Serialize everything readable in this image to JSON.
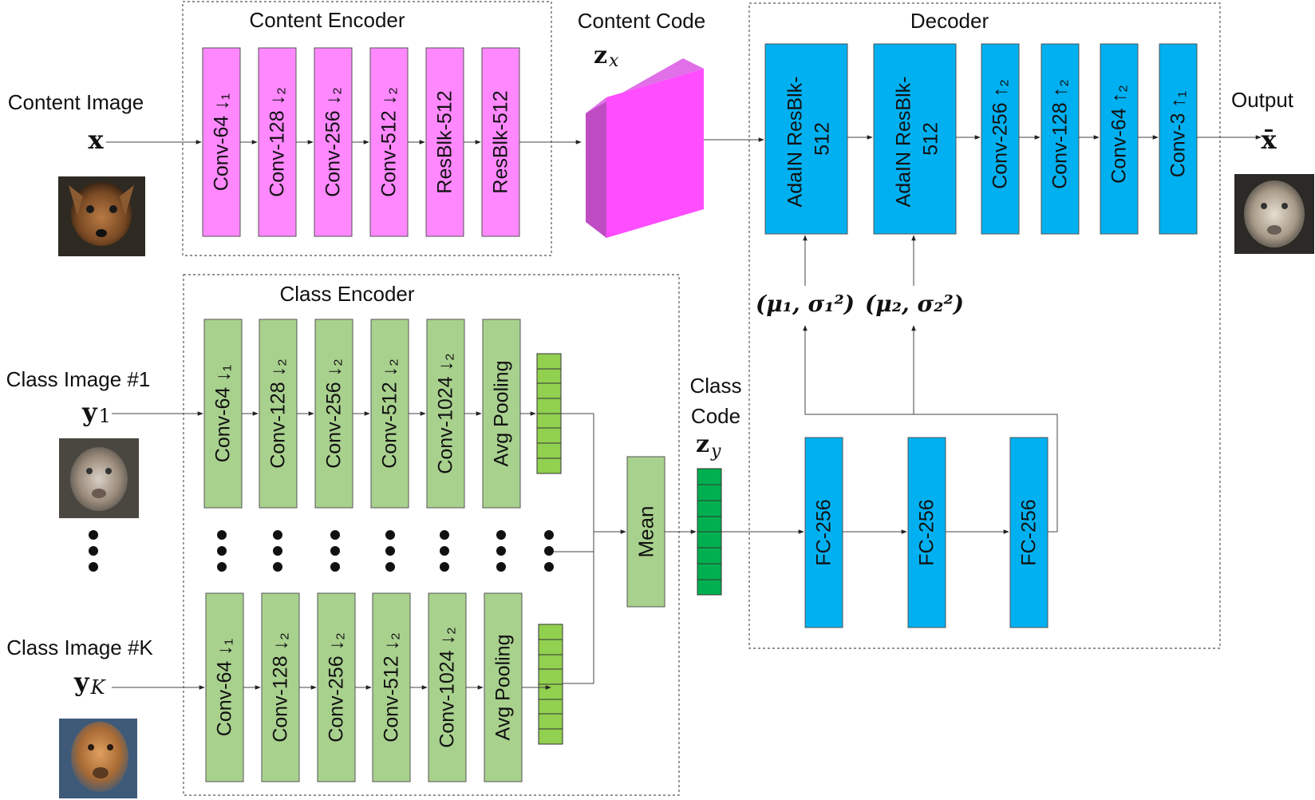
{
  "labels": {
    "content_encoder": "Content Encoder",
    "class_encoder": "Class Encoder",
    "decoder": "Decoder",
    "content_code": "Content Code",
    "class_code_line1": "Class",
    "class_code_line2": "Code",
    "content_image": "Content Image",
    "class_image_1": "Class Image #1",
    "class_image_k": "Class Image #K",
    "output": "Output",
    "mean": "Mean"
  },
  "math": {
    "x": "x",
    "x_hat": "x̄",
    "y1_base": "y",
    "y1_sub": "1",
    "yk_base": "y",
    "yk_sub": "K",
    "zx_base": "z",
    "zx_sub": "x",
    "zy_base": "z",
    "zy_sub": "y",
    "ada1": "(μ₁, σ₁²)",
    "ada2": "(μ₂, σ₂²)"
  },
  "blocks": {
    "content_encoder": [
      "Conv-64 ↓₁",
      "Conv-128 ↓₂",
      "Conv-256 ↓₂",
      "Conv-512 ↓₂",
      "ResBlk-512",
      "ResBlk-512"
    ],
    "class_encoder": [
      "Conv-64 ↓₁",
      "Conv-128 ↓₂",
      "Conv-256 ↓₂",
      "Conv-512 ↓₂",
      "Conv-1024 ↓₂",
      "Avg Pooling"
    ],
    "decoder_adain": [
      [
        "AdaIN ResBlk-",
        "512"
      ],
      [
        "AdaIN ResBlk-",
        "512"
      ]
    ],
    "decoder_conv": [
      "Conv-256 ↑₂",
      "Conv-128 ↑₂",
      "Conv-64 ↑₂",
      "Conv-3 ↑₁"
    ],
    "fc": [
      "FC-256",
      "FC-256",
      "FC-256"
    ]
  },
  "colors": {
    "content_block": "#ff88ff",
    "content_cube_front": "#ff4dff",
    "content_cube_side": "#c04cc4",
    "content_cube_top": "#e070e8",
    "class_block": "#a9d18e",
    "decoder_block": "#00b0f0",
    "vector": "#92d050",
    "class_code_vector": "#00b050",
    "stroke": "#555555"
  },
  "icons": {
    "content_image": "dog-photo-icon",
    "class_image_1": "cougar-photo-icon",
    "class_image_k": "cougar-photo-icon",
    "output": "lion-cub-photo-icon"
  }
}
